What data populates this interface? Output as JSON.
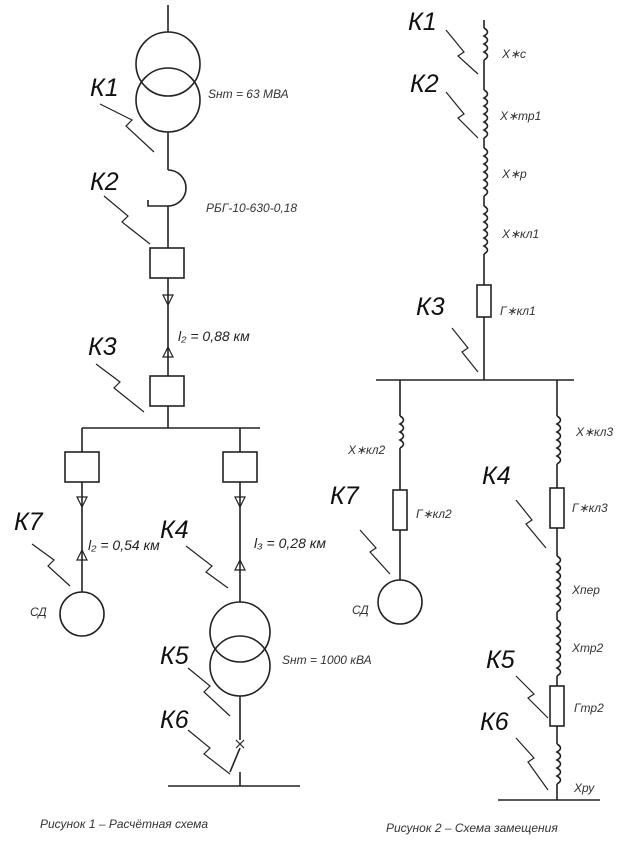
{
  "figure1": {
    "caption": "Рисунок 1 – Расчётная схема",
    "k1": "К1",
    "k2": "К2",
    "k3": "К3",
    "k4": "К4",
    "k5": "К5",
    "k6": "К6",
    "k7": "К7",
    "transformer1_label": "Sнт = 63 МВА",
    "reactor_label": "РБГ-10-630-0,18",
    "line1_label": "l₂ = 0,88 км",
    "line2_label": "l₂ = 0,54 км",
    "line3_label": "l₃ = 0,28 км",
    "motor_label": "СД",
    "transformer2_label": "Sнт = 1000 кВА"
  },
  "figure2": {
    "caption": "Рисунок 2 – Схема замещения",
    "k1": "К1",
    "k2": "К2",
    "k3": "К3",
    "k4": "К4",
    "k5": "К5",
    "k6": "К6",
    "k7": "К7",
    "x_c": "X∗с",
    "x_tr1": "X∗тр1",
    "x_r": "X∗р",
    "x_kl1": "X∗кл1",
    "r_kl1": "Г∗кл1",
    "x_kl2": "X∗кл2",
    "r_kl2": "Г∗кл2",
    "x_kl3": "X∗кл3",
    "r_kl3": "Г∗кл3",
    "x_per": "Xпер",
    "x_tr2": "Xтр2",
    "r_tr2": "Гтр2",
    "x_ru": "Xру",
    "motor_label": "СД"
  }
}
